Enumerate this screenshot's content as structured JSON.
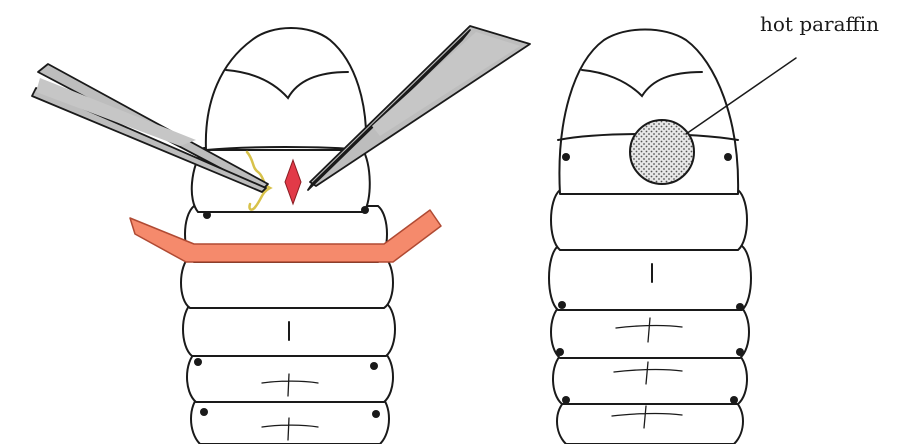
{
  "labels": {
    "paraffin": "hot paraffin"
  },
  "colors": {
    "ligature": "#f58a6c",
    "incision": "#e23a48",
    "forceps": "#bdbdbd",
    "outline": "#1a1a1a",
    "paraffin_dot": "#d4d4d4",
    "wound_thread": "#d8c24a"
  },
  "panels": [
    {
      "id": "left",
      "elements": [
        "head",
        "forceps-left",
        "forceps-right",
        "incision",
        "ligature",
        "body-segments",
        "spiracles"
      ]
    },
    {
      "id": "right",
      "elements": [
        "head",
        "paraffin-seal",
        "pointer-line",
        "body-segments",
        "spiracles"
      ]
    }
  ]
}
